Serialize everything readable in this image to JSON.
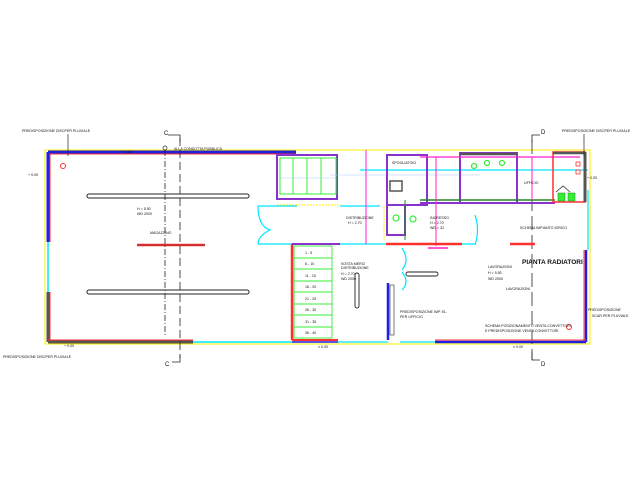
{
  "drawing": {
    "title": "PIANTA RADIATORI",
    "axis_labels": [
      "C",
      "C",
      "D",
      "D"
    ],
    "notes": {
      "pluviale_tl": "PREDISPOSIZIONE DISCPER PLUVIALE",
      "pluviale_bl": "PREDISPOSIZIONE DISCPER PLUVIALE",
      "pluviale_tr": "PREDISPOSIZIONE DISCPER PLUVIALE",
      "pluviale_br_1": "PREDISPOSIZIONE",
      "pluviale_br_2": "SCAR.PER PLUVIALE",
      "condotta": "ALLA CONDOTTA PUBBLICA",
      "schema_idrico": "SCHEMA IMPIANTO IDRICO",
      "imp_el_1": "PREDISPOSIZIONE IMP. EL.",
      "imp_el_2": "PER UFFICIO",
      "schema_pos_1": "SCHEMA POSIZIONAMENTO VENTILCONVETTORI",
      "schema_pos_2": "E PREDISPOSIZIONE VENTILCONVETTORI"
    },
    "rooms": {
      "magazzino": "MAGAZZINO",
      "magazzino_h": "H = 5.50",
      "magazzino_wd": "WD 2000",
      "distribuzione": "DISTRIBUZIONE",
      "distribuzione_h": "H = 2.70",
      "ingresso": "INGRESSO",
      "ingresso_h": "H = 2.70",
      "ingresso_wd": "WD = 32",
      "lavorazioni": "LAVORAZIONI",
      "lavorazioni_h": "H = 5.50",
      "lavorazioni_wd": "WD 2000",
      "lavorazioni_2": "LAVORAZIONI",
      "sosta": "SOSTA MERCI",
      "sosta_2": "DISTRIBUZIONE",
      "sosta_h": "H = 2.70",
      "sosta_wd": "WD 2000",
      "spogliatoio": "SPOGLIATOIO",
      "ufficio": "UFFICIO"
    },
    "stair_steps": [
      "1 - 5",
      "6 - 10",
      "11 - 15",
      "16 - 20",
      "21 - 25",
      "26 - 30",
      "31 - 35",
      "36 - 40"
    ],
    "levels": {
      "quota": "+ 0.00",
      "quota_b": "± 0.00"
    },
    "colors": {
      "wall_red": "#ff3030",
      "wall_blue": "#2020e0",
      "glass_cyan": "#00e5ff",
      "stair_green": "#33ee33",
      "purple": "#8833cc",
      "magenta": "#ff22cc",
      "yellow": "#ffee00",
      "dark": "#555555"
    }
  }
}
